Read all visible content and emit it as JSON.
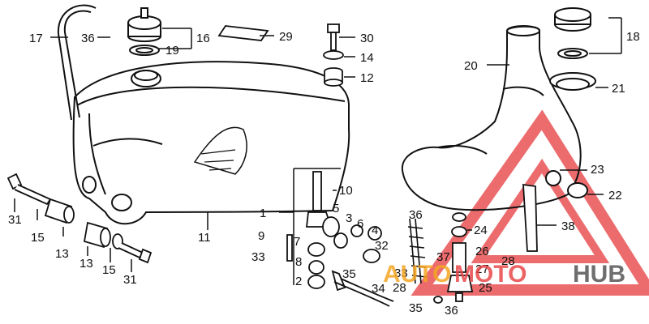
{
  "diagram": {
    "callouts": [
      {
        "id": "c1",
        "text": "1"
      },
      {
        "id": "c2",
        "text": "2"
      },
      {
        "id": "c3",
        "text": "3"
      },
      {
        "id": "c4",
        "text": "4"
      },
      {
        "id": "c5",
        "text": "5"
      },
      {
        "id": "c6",
        "text": "6"
      },
      {
        "id": "c7",
        "text": "7"
      },
      {
        "id": "c8",
        "text": "8"
      },
      {
        "id": "c9",
        "text": "9"
      },
      {
        "id": "c10",
        "text": "10"
      },
      {
        "id": "c11",
        "text": "11"
      },
      {
        "id": "c12",
        "text": "12"
      },
      {
        "id": "c13a",
        "text": "13"
      },
      {
        "id": "c13b",
        "text": "13"
      },
      {
        "id": "c14",
        "text": "14"
      },
      {
        "id": "c15a",
        "text": "15"
      },
      {
        "id": "c15b",
        "text": "15"
      },
      {
        "id": "c16",
        "text": "16"
      },
      {
        "id": "c17",
        "text": "17"
      },
      {
        "id": "c18",
        "text": "18"
      },
      {
        "id": "c19",
        "text": "19"
      },
      {
        "id": "c20",
        "text": "20"
      },
      {
        "id": "c21",
        "text": "21"
      },
      {
        "id": "c22",
        "text": "22"
      },
      {
        "id": "c23",
        "text": "23"
      },
      {
        "id": "c24",
        "text": "24"
      },
      {
        "id": "c25",
        "text": "25"
      },
      {
        "id": "c26",
        "text": "26"
      },
      {
        "id": "c27",
        "text": "27"
      },
      {
        "id": "c28a",
        "text": "28"
      },
      {
        "id": "c28b",
        "text": "28"
      },
      {
        "id": "c29",
        "text": "29"
      },
      {
        "id": "c30",
        "text": "30"
      },
      {
        "id": "c31a",
        "text": "31"
      },
      {
        "id": "c31b",
        "text": "31"
      },
      {
        "id": "c32",
        "text": "32"
      },
      {
        "id": "c33a",
        "text": "33"
      },
      {
        "id": "c33b",
        "text": "33"
      },
      {
        "id": "c34",
        "text": "34"
      },
      {
        "id": "c35a",
        "text": "35"
      },
      {
        "id": "c35b",
        "text": "35"
      },
      {
        "id": "c36a",
        "text": "36"
      },
      {
        "id": "c36b",
        "text": "36"
      },
      {
        "id": "c36c",
        "text": "36"
      },
      {
        "id": "c37",
        "text": "37"
      },
      {
        "id": "c38",
        "text": "38"
      }
    ]
  },
  "watermark": {
    "part1": "AUTO",
    "part2": "MOTO",
    "part3": "HUB",
    "color_orange": "#f5a623",
    "color_red": "#e8484a",
    "color_gray": "#555555"
  }
}
